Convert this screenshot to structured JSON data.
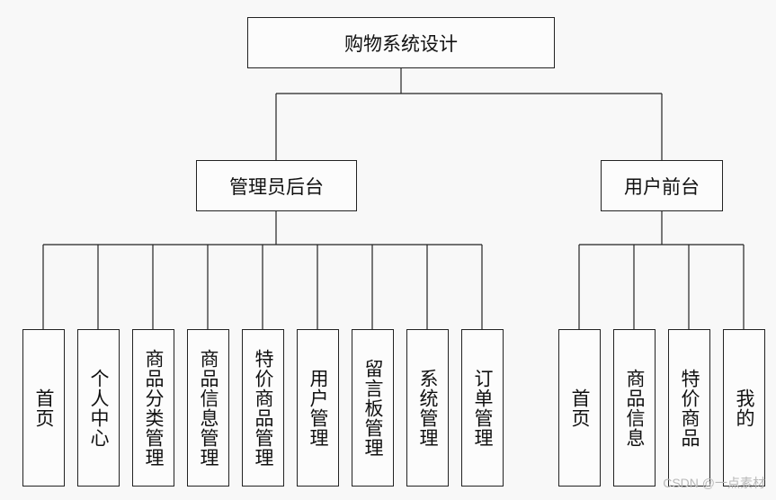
{
  "root": {
    "label": "购物系统设计"
  },
  "branches": [
    {
      "label": "管理员后台",
      "children": [
        "首页",
        "个人中心",
        "商品分类管理",
        "商品信息管理",
        "特价商品管理",
        "用户管理",
        "留言板管理",
        "系统管理",
        "订单管理"
      ]
    },
    {
      "label": "用户前台",
      "children": [
        "首页",
        "商品信息",
        "特价商品",
        "我的"
      ]
    }
  ],
  "watermark": "CSDN @一点素材"
}
